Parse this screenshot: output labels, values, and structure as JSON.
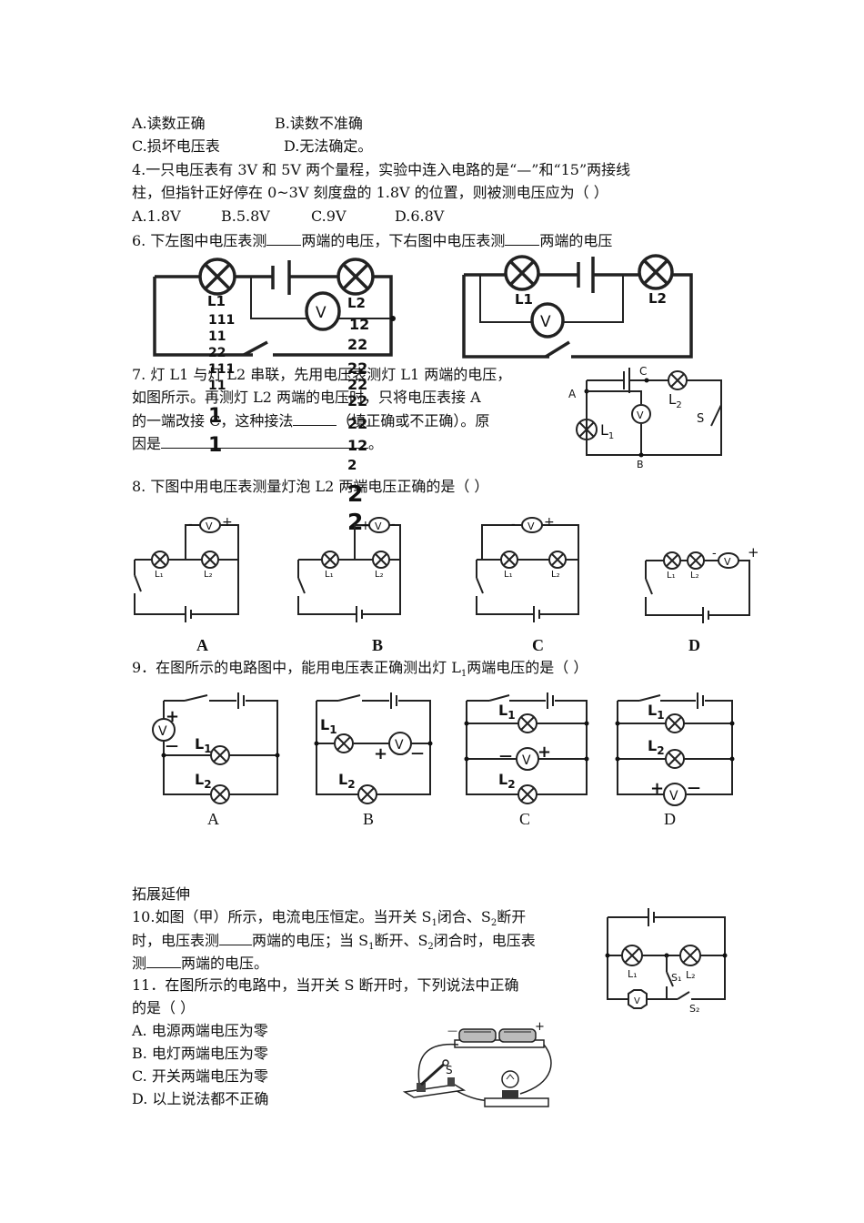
{
  "q3_options": {
    "a": "A.读数正确",
    "b": "B.读数不准确",
    "c": "C.损坏电压表",
    "d": "D.无法确定。"
  },
  "q4": {
    "line1": "4.一只电压表有 3V 和 5V 两个量程，实验中连入电路的是“—”和“15”两接线",
    "line2": "柱，但指针正好停在 0~3V 刻度盘的 1.8V 的位置，则被测电压应为（     ）",
    "options": [
      "A.1.8V",
      "B.5.8V",
      "C.9V",
      "D.6.8V"
    ]
  },
  "q6": {
    "part1": "6. 下左图中电压表测",
    "part2": "两端的电压，下右图中电压表测",
    "part3": "两端的电压",
    "left_labels": {
      "l1": "L1",
      "l2": "L2"
    },
    "right_labels": {
      "l1": "L1",
      "l2": "L2"
    }
  },
  "q7": {
    "line1": "7. 灯 L1 与灯 L2 串联，先用电压表测灯 L1 两端的电压，",
    "line2": "如图所示。再测灯 L2 两端的电压时，只将电压表接 A",
    "line3a": "的一端改接 C，这种接法",
    "line3b": "（填正确或不正确）。原",
    "line4a": "因是",
    "line4b": "。",
    "diagram": {
      "a": "A",
      "b": "B",
      "c": "C",
      "l1": "L",
      "l1_sub": "1",
      "l2": "L",
      "l2_sub": "2",
      "s": "S",
      "v": "V"
    }
  },
  "stray_marks": {
    "left_column": [
      "111",
      "11",
      "22",
      "111",
      "11",
      "1",
      "1"
    ],
    "center_column": [
      "12",
      "22",
      "22",
      "22",
      "22",
      "22",
      "12",
      "2",
      "2",
      "2"
    ]
  },
  "q8": {
    "text": "8. 下图中用电压表测量灯泡 L2 两端电压正确的是（        ）",
    "options": [
      "A",
      "B",
      "C",
      "D"
    ],
    "lamp1": "L₁",
    "lamp2": "L₂",
    "v": "V"
  },
  "q9": {
    "text_a": "9．在图所示的电路图中，能用电压表正确测出灯 L",
    "text_sub": "1",
    "text_b": "两端电压的是（     ）",
    "options": [
      "A",
      "B",
      "C",
      "D"
    ],
    "l1": "L1",
    "l2": "L2",
    "v": "V",
    "plus": "+",
    "minus": "—"
  },
  "section": "拓展延伸",
  "q10": {
    "line1a": "10.如图（甲）所示，电流电压恒定。当开关 S",
    "sub1": "1",
    "line1b": "闭合、S",
    "sub2": "2",
    "line1c": "断开",
    "line2a": "时，电压表测",
    "line2b": "两端的电压；当 S",
    "line2c": "断开、S",
    "line2d": "闭合时，电压表",
    "line3a": "测",
    "line3b": "两端的电压。",
    "diagram": {
      "l1": "L₁",
      "l2": "L₂",
      "s1": "S₁",
      "s2": "S₂",
      "v": "V"
    }
  },
  "q11": {
    "line1": "11．在图所示的电路中，当开关 S 断开时，下列说法中正确",
    "line2": "的是（        ）",
    "options": [
      "A. 电源两端电压为零",
      "B. 电灯两端电压为零",
      "C. 开关两端电压为零",
      "D. 以上说法都不正确"
    ],
    "diagram": {
      "minus": "—",
      "plus": "+",
      "s": "S"
    }
  }
}
